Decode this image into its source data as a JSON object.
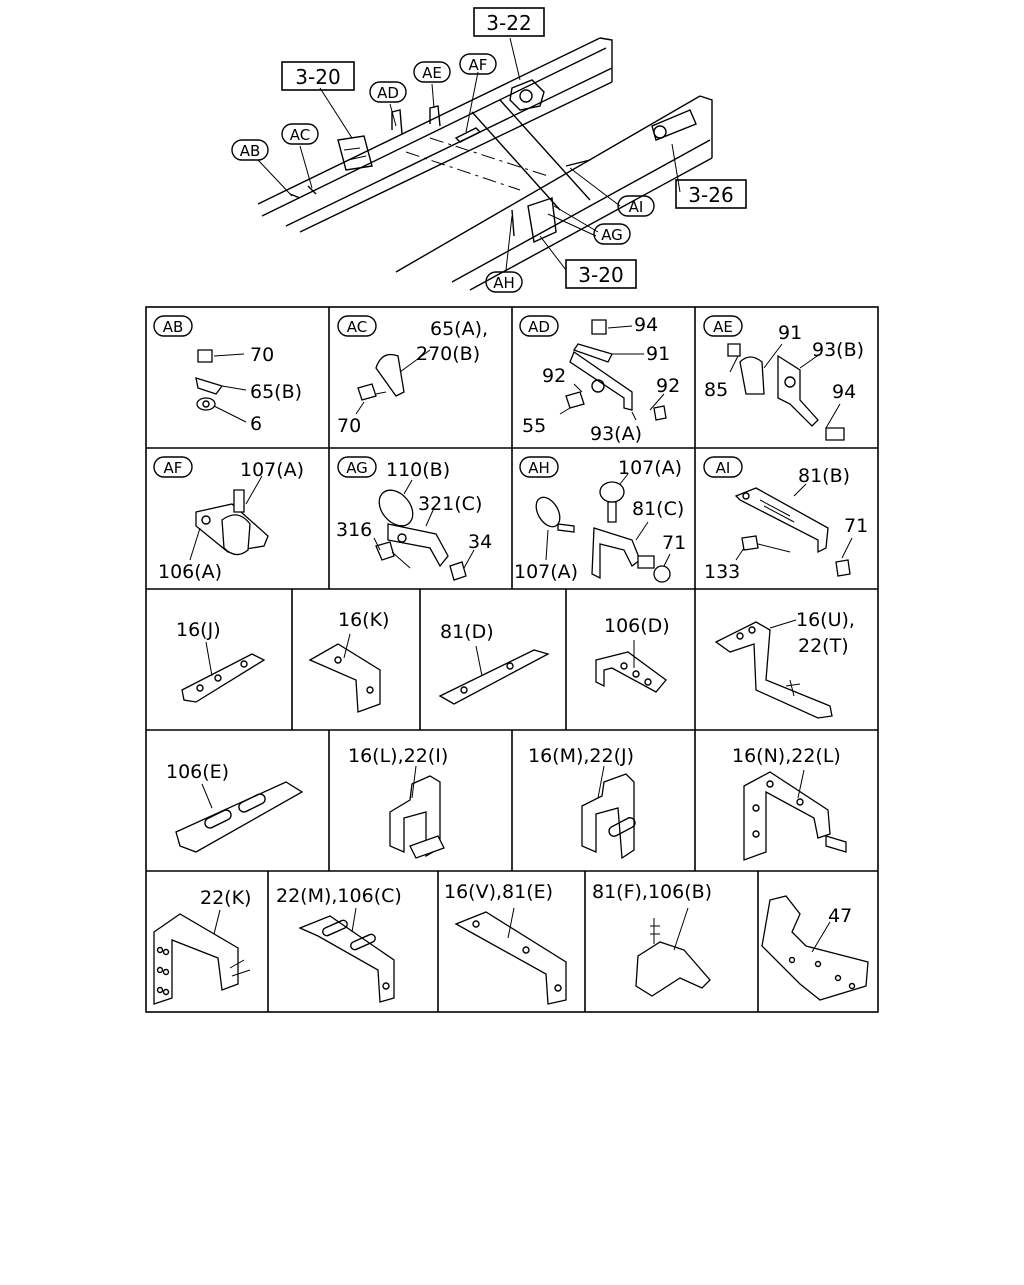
{
  "overview": {
    "refs": {
      "r1": "3-22",
      "r2": "3-20",
      "r3": "3-26",
      "r4": "3-20"
    },
    "tags": {
      "ab": "AB",
      "ac": "AC",
      "ad": "AD",
      "ae": "AE",
      "af": "AF",
      "ag": "AG",
      "ah": "AH",
      "ai": "AI"
    }
  },
  "cells": {
    "ab": {
      "tag": "AB",
      "labels": [
        "70",
        "65(B)",
        "6"
      ]
    },
    "ac": {
      "tag": "AC",
      "labels": [
        "65(A),",
        "270(B)",
        "70"
      ]
    },
    "ad": {
      "tag": "AD",
      "labels": [
        "94",
        "91",
        "92",
        "92",
        "55",
        "93(A)"
      ]
    },
    "ae": {
      "tag": "AE",
      "labels": [
        "91",
        "93(B)",
        "85",
        "94"
      ]
    },
    "af": {
      "tag": "AF",
      "labels": [
        "107(A)",
        "106(A)"
      ]
    },
    "ag": {
      "tag": "AG",
      "labels": [
        "110(B)",
        "321(C)",
        "316",
        "34"
      ]
    },
    "ah": {
      "tag": "AH",
      "labels": [
        "107(A)",
        "81(C)",
        "71",
        "107(A)"
      ]
    },
    "ai": {
      "tag": "AI",
      "labels": [
        "81(B)",
        "71",
        "133"
      ]
    },
    "r3": [
      "16(J)",
      "16(K)",
      "81(D)",
      "106(D)",
      "16(U),",
      "22(T)"
    ],
    "r4": [
      "106(E)",
      "16(L),22(I)",
      "16(M),22(J)",
      "16(N),22(L)"
    ],
    "r5": [
      "22(K)",
      "22(M),106(C)",
      "16(V),81(E)",
      "81(F),106(B)",
      "47"
    ]
  }
}
